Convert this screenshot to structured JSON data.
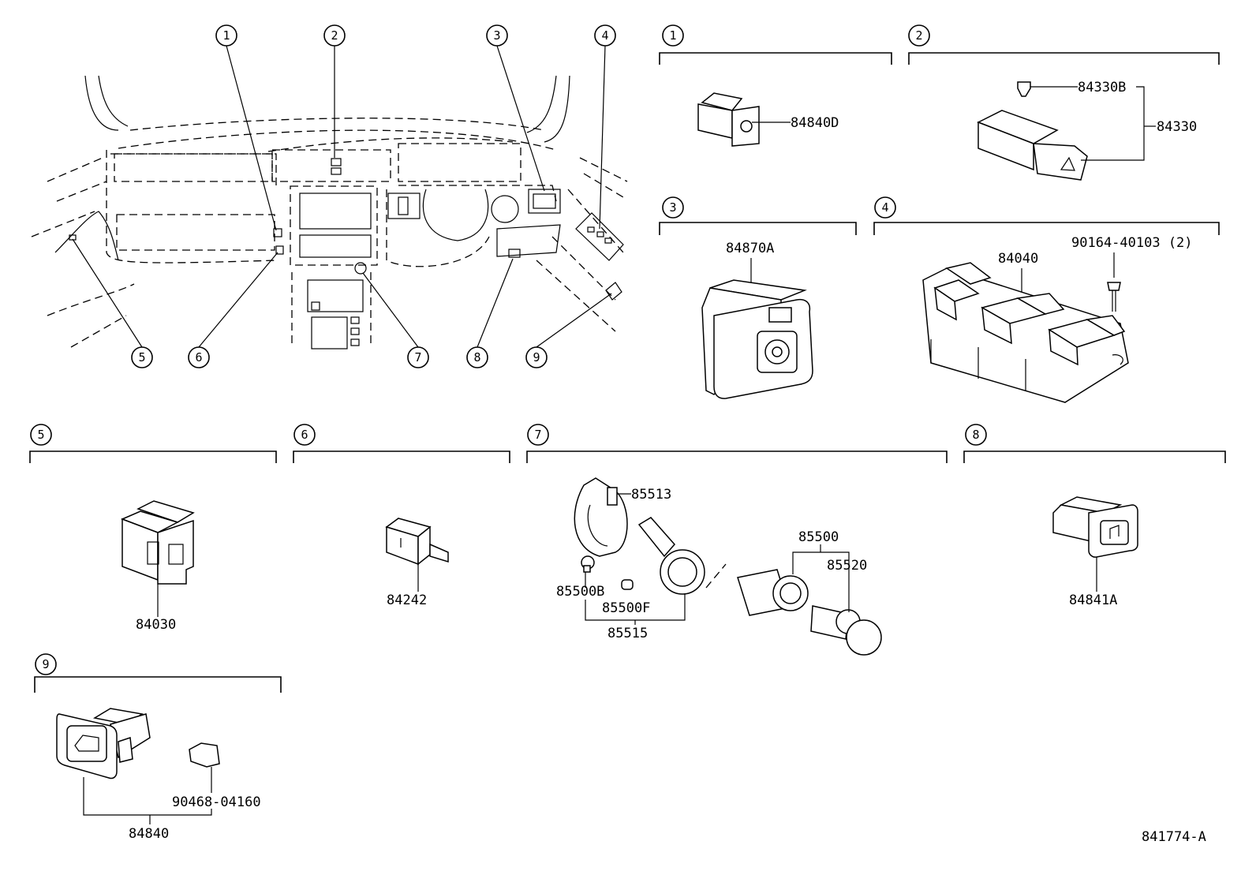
{
  "callouts": {
    "c1": "1",
    "c2": "2",
    "c3": "3",
    "c4": "4",
    "c5": "5",
    "c6": "6",
    "c7": "7",
    "c8": "8",
    "c9": "9"
  },
  "sections": {
    "s1": {
      "num": "1",
      "parts": [
        "84840D"
      ]
    },
    "s2": {
      "num": "2",
      "parts": [
        "84330B",
        "84330"
      ]
    },
    "s3": {
      "num": "3",
      "parts": [
        "84870A"
      ]
    },
    "s4": {
      "num": "4",
      "parts": [
        "84040",
        "90164-40103 (2)"
      ]
    },
    "s5": {
      "num": "5",
      "parts": [
        "84030"
      ]
    },
    "s6": {
      "num": "6",
      "parts": [
        "84242"
      ]
    },
    "s7": {
      "num": "7",
      "parts": [
        "85513",
        "85500",
        "85520",
        "85500B",
        "85500F",
        "85515"
      ]
    },
    "s8": {
      "num": "8",
      "parts": [
        "84841A"
      ]
    },
    "s9": {
      "num": "9",
      "parts": [
        "90468-04160",
        "84840"
      ]
    }
  },
  "diagram_id": "841774-A"
}
